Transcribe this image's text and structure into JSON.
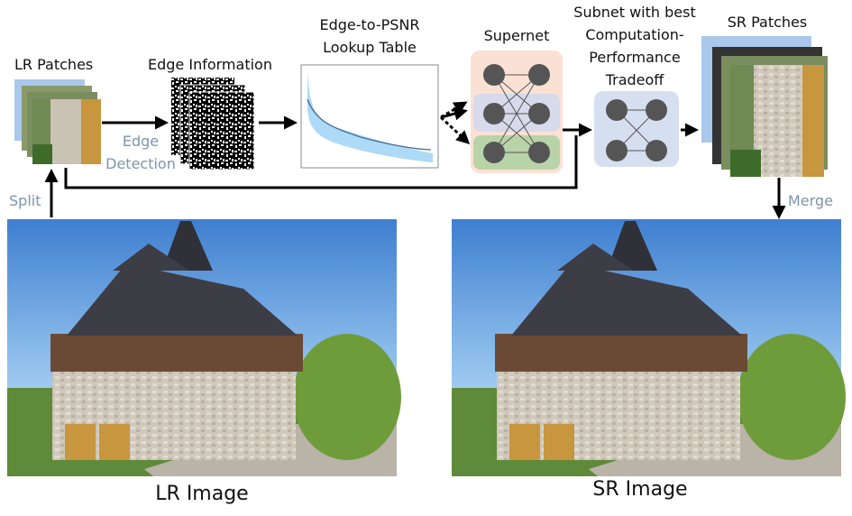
{
  "labels": {
    "lr_patches": "LR Patches",
    "edge_information": "Edge Information",
    "lookup_line1": "Edge-to-PSNR",
    "lookup_line2": "Lookup Table",
    "supernet": "Supernet",
    "subnet_line1": "Subnet with best",
    "subnet_line2": "Computation-",
    "subnet_line3": "Performance",
    "subnet_line4": "Tradeoff",
    "sr_patches": "SR Patches",
    "edge_detection_line1": "Edge",
    "edge_detection_line2": "Detection",
    "split": "Split",
    "merge": "Merge",
    "lr_image": "LR Image",
    "sr_image": "SR Image"
  },
  "colors": {
    "flow_label": "#7d95ad",
    "supernet_top": "#fbe1d3",
    "supernet_mid": "#d6daea",
    "supernet_bottom": "#b9d3a8",
    "subnet_bg": "#d6dff0",
    "node": "#555555",
    "lookup_scatter": "#7fc4ee",
    "lookup_trend": "#4a6a90"
  }
}
